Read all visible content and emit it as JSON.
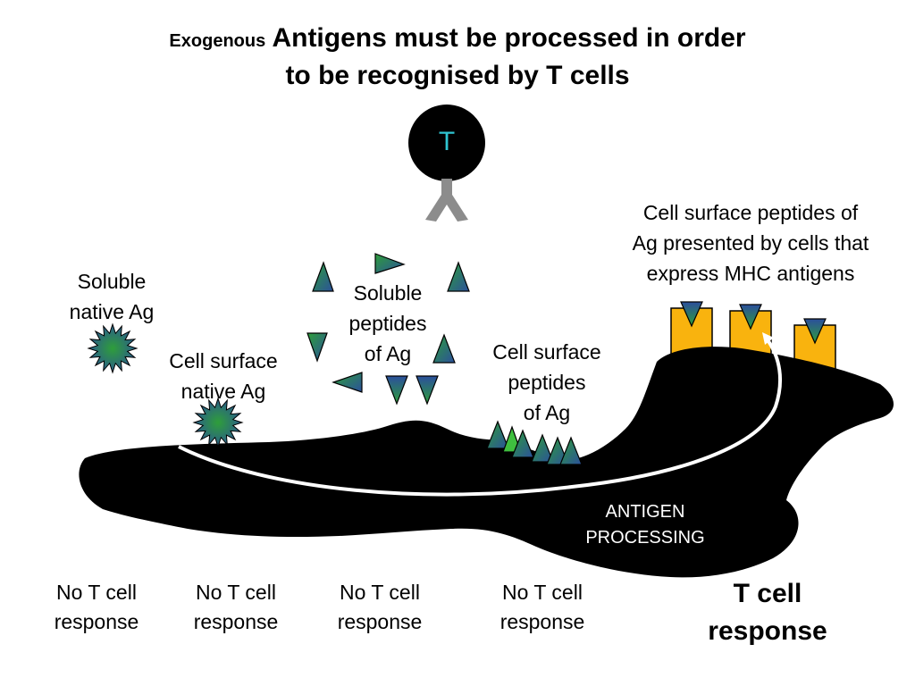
{
  "title": {
    "prefix": "Exogenous",
    "line1": "Antigens must be processed in order",
    "line2": "to be recognised by T cells"
  },
  "t_cell": {
    "label": "T"
  },
  "labels": {
    "soluble_native": "Soluble\nnative Ag",
    "cell_surface_native": "Cell surface\nnative Ag",
    "soluble_peptides": "Soluble\npeptides\nof Ag",
    "cell_surface_peptides": "Cell surface\npeptides\nof Ag",
    "mhc_presented": "Cell surface peptides of\nAg presented by cells that\nexpress MHC antigens",
    "antigen_processing": "ANTIGEN\nPROCESSING"
  },
  "responses": [
    "No T cell\nresponse",
    "No T cell\nresponse",
    "No T cell\nresponse",
    "No T cell\nresponse"
  ],
  "positive_response": "T cell\nresponse",
  "colors": {
    "mhc_block": "#f9b30e",
    "peptide_green": "#2e9e3a",
    "peptide_blue": "#2b4f9c",
    "t_label": "#2fc4d0"
  }
}
